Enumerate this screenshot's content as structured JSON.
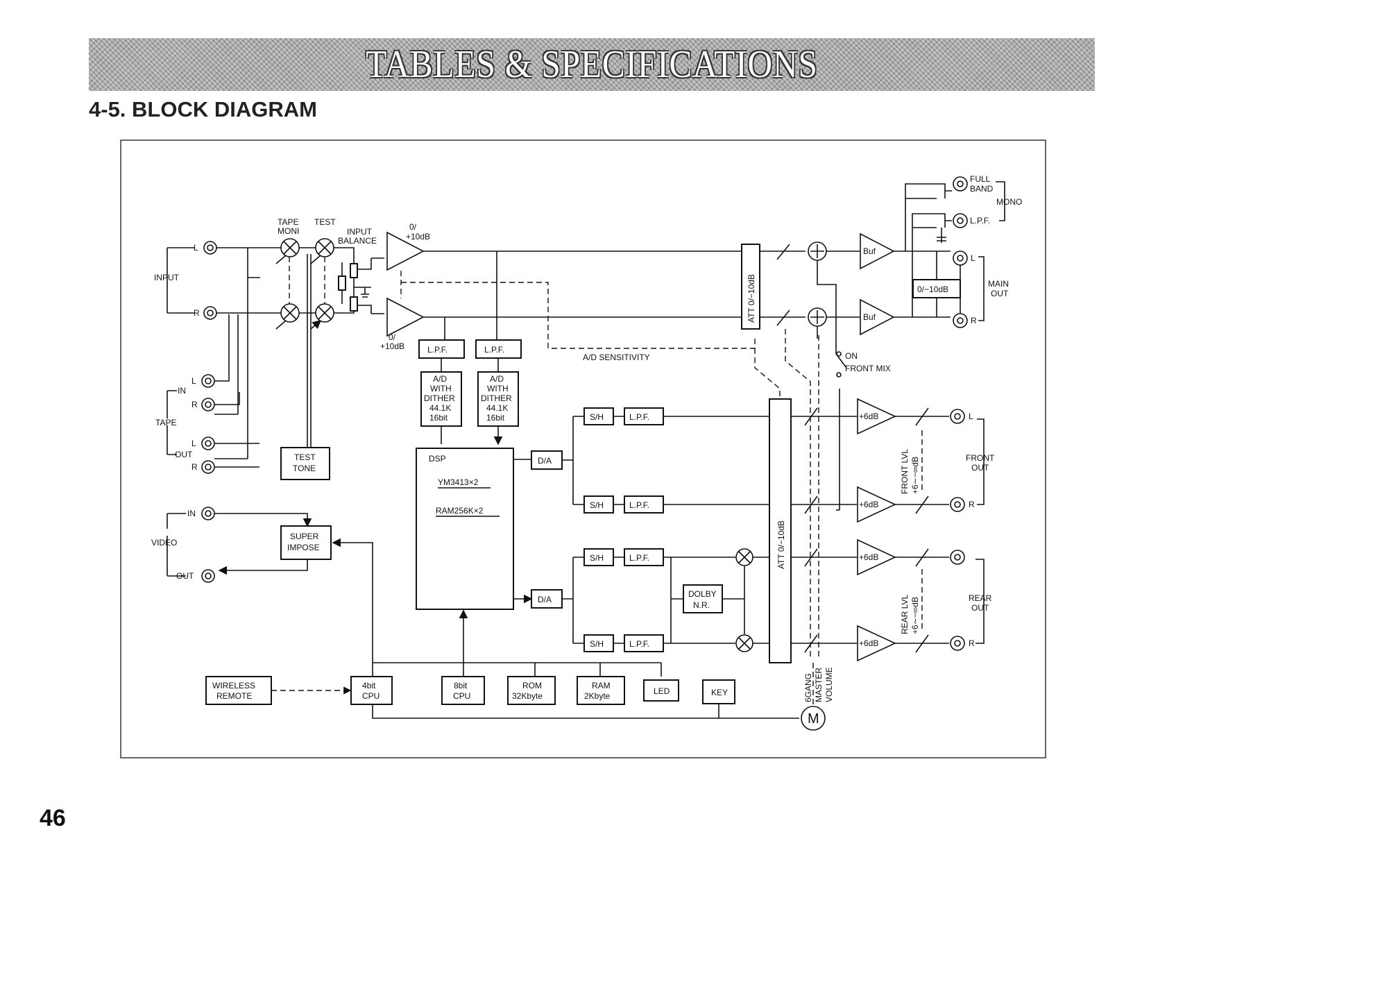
{
  "header": {
    "banner_title": "TABLES & SPECIFICATIONS",
    "section_heading": "4-5. BLOCK DIAGRAM",
    "page_number": "46"
  },
  "labels": {
    "input": "INPUT",
    "l": "L",
    "r": "R",
    "tape": "TAPE",
    "in": "IN",
    "out": "OUT",
    "video": "VIDEO",
    "tape_moni_1": "TAPE",
    "tape_moni_2": "MONI",
    "test": "TEST",
    "input_balance_1": "INPUT",
    "input_balance_2": "BALANCE",
    "gain_top_1": "0/",
    "gain_top_2": "+10dB",
    "gain_bot_1": "0/",
    "gain_bot_2": "+10dB",
    "lpf": "L.P.F.",
    "ad_1": "A/D",
    "ad_2": "WITH",
    "ad_3": "DITHER",
    "ad_4": "44.1K",
    "ad_5": "16bit",
    "test_tone_1": "TEST",
    "test_tone_2": "TONE",
    "super_impose_1": "SUPER",
    "super_impose_2": "IMPOSE",
    "dsp": "DSP",
    "ym": "YM3413×2",
    "ram256": "RAM256K×2",
    "da": "D/A",
    "sh": "S/H",
    "dolby_1": "DOLBY",
    "dolby_2": "N.R.",
    "wireless_1": "WIRELESS",
    "wireless_2": "REMOTE",
    "cpu4_1": "4bit",
    "cpu4_2": "CPU",
    "cpu8_1": "8bit",
    "cpu8_2": "CPU",
    "rom_1": "ROM",
    "rom_2": "32Kbyte",
    "ram_1": "RAM",
    "ram_2": "2Kbyte",
    "led": "LED",
    "key": "KEY",
    "motor": "M",
    "att_main": "ATT 0/−10dB",
    "att_big": "ATT 0/−10dB",
    "ad_sensitivity": "A/D SENSITIVITY",
    "on": "ON",
    "front_mix": "FRONT MIX",
    "buf": "Buf",
    "six_db": "+6dB",
    "full_band_1": "FULL",
    "full_band_2": "BAND",
    "mono": "MONO",
    "lpf_out": "L.P.F.",
    "main_att": "0/−10dB",
    "main_out_1": "MAIN",
    "main_out_2": "OUT",
    "front_out_1": "FRONT",
    "front_out_2": "OUT",
    "rear_out_1": "REAR",
    "rear_out_2": "OUT",
    "front_lvl_1": "FRONT LVL",
    "front_lvl_2": "+6∼−∞dB",
    "rear_lvl_1": "REAR LVL",
    "rear_lvl_2": "+6∼−∞dB",
    "vol_1": "6GANG",
    "vol_2": "MASTER",
    "vol_3": "VOLUME"
  }
}
